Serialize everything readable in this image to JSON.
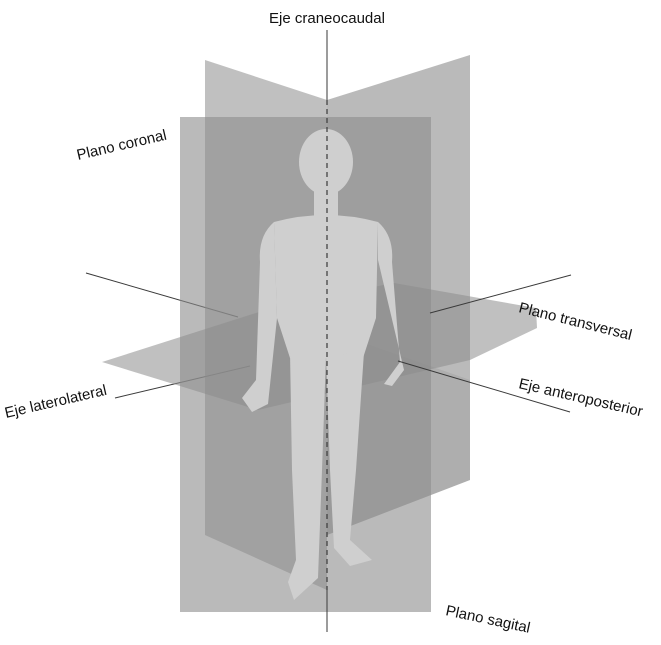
{
  "labels": {
    "craniocaudal_axis": "Eje craneocaudal",
    "coronal_plane": "Plano coronal",
    "transverse_plane": "Plano transversal",
    "laterolateral_axis": "Eje laterolateral",
    "anteroposterior_axis": "Eje anteroposterior",
    "sagittal_plane": "Plano sagital"
  },
  "colors": {
    "background": "#ffffff",
    "plane_fill": "#8c8c8c",
    "body_fill": "#cfcfcf",
    "axis_line": "#3a3a3a",
    "text": "#111111"
  }
}
